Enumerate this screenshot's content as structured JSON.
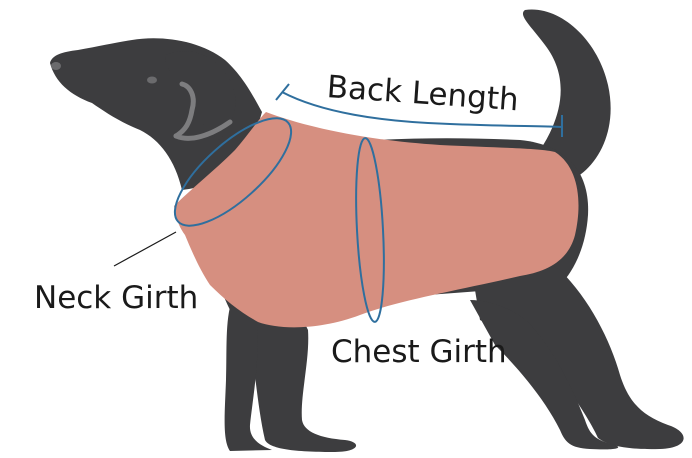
{
  "diagram": {
    "labels": {
      "back_length": "Back Length",
      "neck_girth": "Neck Girth",
      "chest_girth": "Chest Girth"
    },
    "colors": {
      "dog": "#3d3d3f",
      "coat": "#d68f80",
      "measure_line": "#2f6f9e",
      "leader_line": "#1a1a1a"
    }
  }
}
